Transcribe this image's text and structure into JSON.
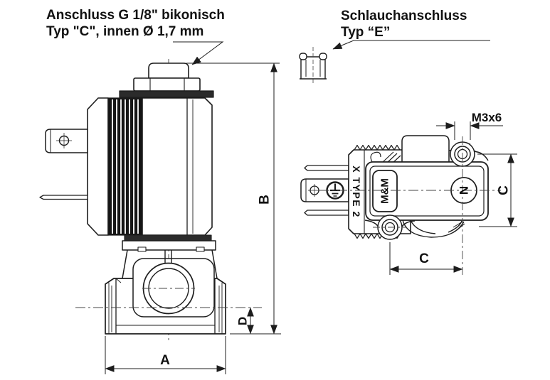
{
  "annotations": {
    "connection_c": {
      "line1": "Anschluss G 1/8\" bikonisch",
      "line2": "Typ \"C\", innen Ø 1,7 mm"
    },
    "connection_e": {
      "line1": "Schlauchanschluss",
      "line2": "Typ “E”"
    }
  },
  "dimension_labels": {
    "overall_width": "A",
    "overall_height": "B",
    "port_center_height": "D",
    "screw_thread": "M3x6",
    "mounting_hole_spacing": "C"
  },
  "component_markings": {
    "coil_type": "X TYPE 2",
    "brand_logo": "M&M",
    "neutral_terminal": "N"
  },
  "colors": {
    "line": "#1d1d1d",
    "background": "#ffffff",
    "fill_dark": "#2b2b2b"
  }
}
